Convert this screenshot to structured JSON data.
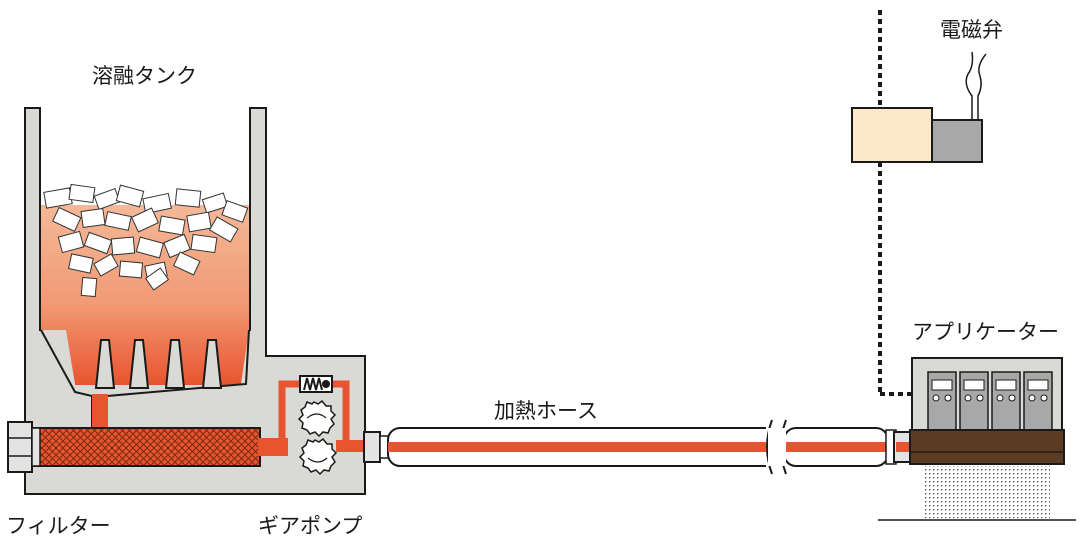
{
  "labels": {
    "melt_tank": "溶融タンク",
    "solenoid_valve": "電磁弁",
    "applicator": "アプリケーター",
    "heated_hose": "加熱ホース",
    "filter": "フィルター",
    "gear_pump": "ギアポンプ"
  },
  "colors": {
    "body_gray": "#d9d9d5",
    "outline": "#1a1a1a",
    "hot_melt": "#e8542f",
    "melt_gradient_top": "#f4b898",
    "valve_cream": "#fde8c8",
    "valve_gray": "#a8a8a8",
    "applicator_brown": "#5c3c24"
  }
}
